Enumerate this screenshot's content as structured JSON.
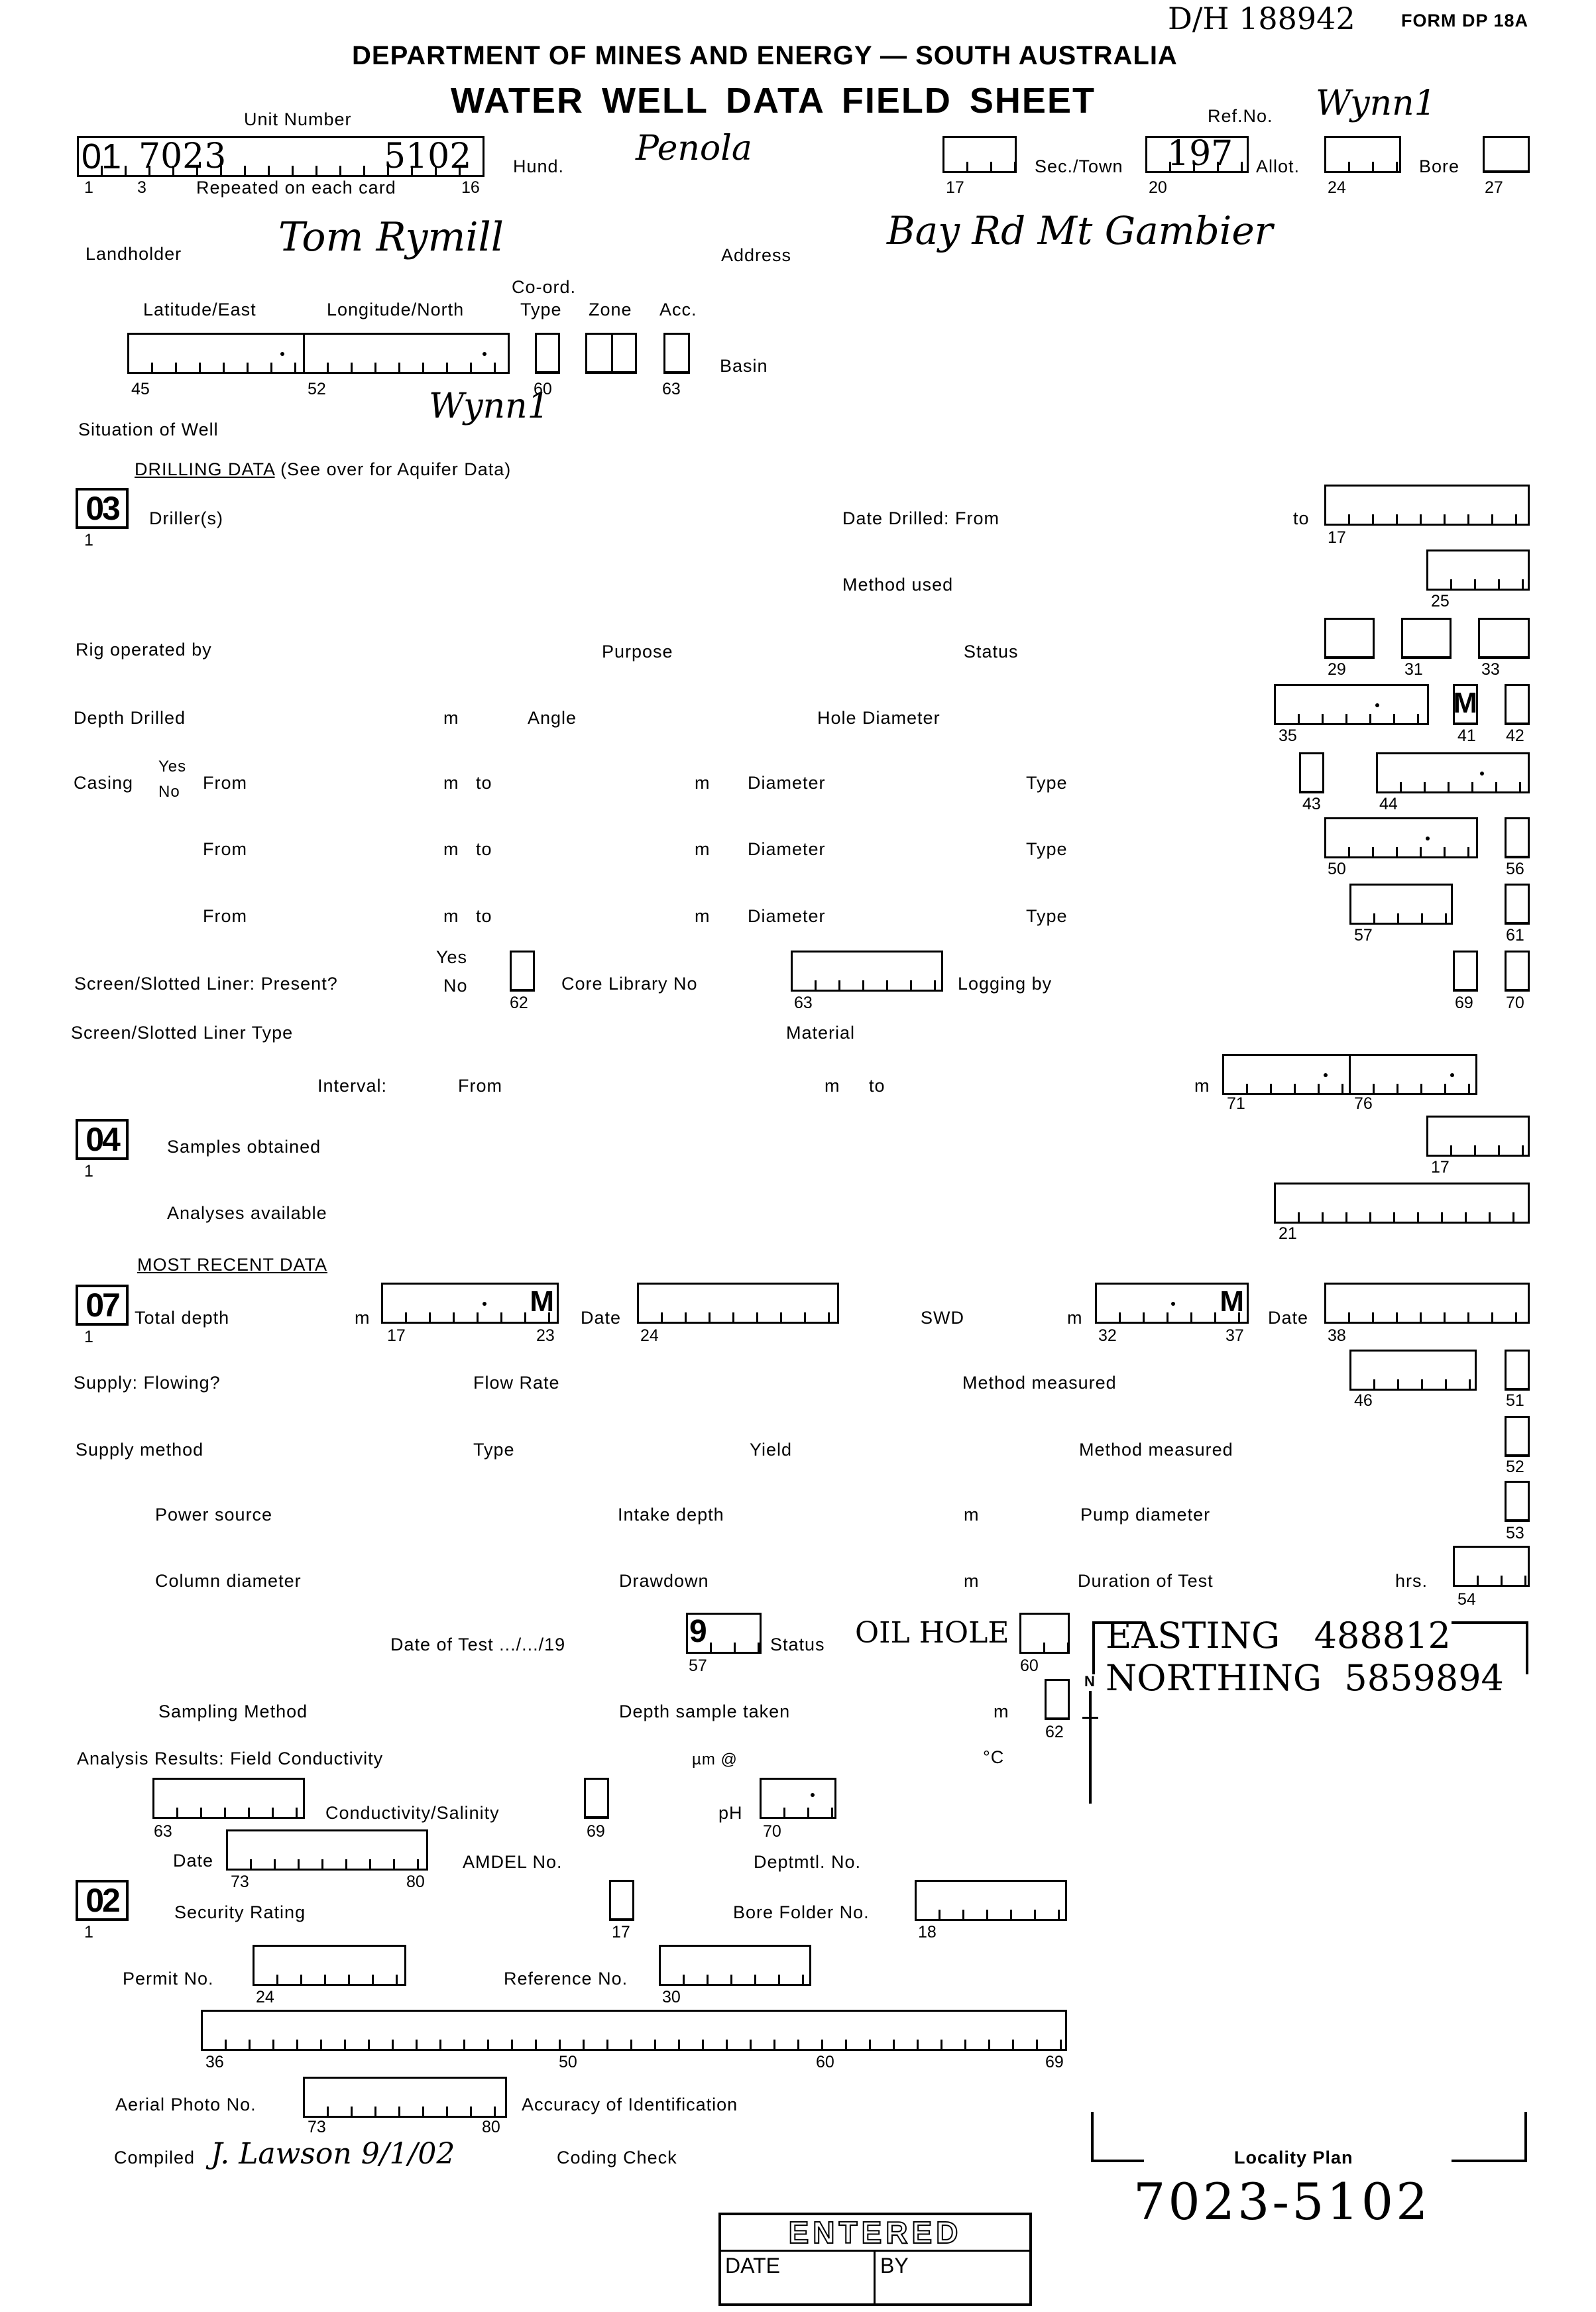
{
  "header": {
    "dh_number": "D/H 188942",
    "form_code": "FORM DP 18A",
    "department": "DEPARTMENT OF MINES AND ENERGY — SOUTH AUSTRALIA",
    "title": "WATER WELL DATA FIELD SHEET",
    "ref_label": "Ref.No.",
    "ref_value": "Wynn1"
  },
  "unit": {
    "label": "Unit Number",
    "code": "01",
    "part1": "7023",
    "part2": "5102",
    "n1": "1",
    "n3": "3",
    "repeated": "Repeated on each card",
    "n16": "16"
  },
  "location": {
    "hund_label": "Hund.",
    "hund_value": "Penola",
    "n17": "17",
    "sec_label": "Sec./Town",
    "sec_value": "197",
    "n20": "20",
    "allot_label": "Allot.",
    "n24": "24",
    "bore_label": "Bore",
    "n27": "27"
  },
  "owner": {
    "landholder_label": "Landholder",
    "landholder_value": "Tom Rymill",
    "address_label": "Address",
    "address_value": "Bay Rd  Mt Gambier"
  },
  "coords": {
    "coord_label": "Co-ord.",
    "lat": "Latitude/East",
    "long": "Longitude/North",
    "type": "Type",
    "zone": "Zone",
    "acc": "Acc.",
    "basin": "Basin",
    "n45": "45",
    "n52": "52",
    "n60": "60",
    "n63": "63",
    "situation_label": "Situation of Well",
    "situation_value": "Wynn1"
  },
  "drilling": {
    "heading": "DRILLING DATA",
    "heading_note": "(See over for Aquifer Data)",
    "code": "03",
    "n1": "1",
    "drillers": "Driller(s)",
    "date_from": "Date Drilled: From",
    "to": "to",
    "n17": "17",
    "method": "Method used",
    "n25": "25",
    "rig": "Rig operated by",
    "purpose": "Purpose",
    "status": "Status",
    "n29": "29",
    "n31": "31",
    "n33": "33",
    "depth": "Depth Drilled",
    "m": "m",
    "angle": "Angle",
    "hole_diam": "Hole Diameter",
    "M": "M",
    "n35": "35",
    "n41": "41",
    "n42": "42",
    "casing": "Casing",
    "yes": "Yes",
    "no": "No",
    "from": "From",
    "diameter": "Diameter",
    "type": "Type",
    "n43": "43",
    "n44": "44",
    "n50": "50",
    "n56": "56",
    "n57": "57",
    "n61": "61",
    "screen_present": "Screen/Slotted Liner: Present?",
    "n62": "62",
    "core": "Core Library No",
    "n63": "63",
    "logging": "Logging by",
    "n69": "69",
    "n70": "70",
    "screen_type": "Screen/Slotted Liner Type",
    "material": "Material",
    "interval": "Interval:",
    "n71": "71",
    "n76": "76"
  },
  "samples": {
    "code": "04",
    "n1": "1",
    "obtained": "Samples obtained",
    "n17": "17",
    "analyses": "Analyses available",
    "n21": "21"
  },
  "recent": {
    "heading": "MOST RECENT DATA",
    "code": "07",
    "n1": "1",
    "total_depth": "Total depth",
    "m": "m",
    "M": "M",
    "n17": "17",
    "n23": "23",
    "date": "Date",
    "n24": "24",
    "swd": "SWD",
    "n32": "32",
    "n37": "37",
    "n38": "38",
    "flowing": "Supply: Flowing?",
    "flow_rate": "Flow Rate",
    "method_measured": "Method measured",
    "n46": "46",
    "n51": "51",
    "supply_method": "Supply method",
    "type": "Type",
    "yield": "Yield",
    "n52": "52",
    "power": "Power source",
    "intake": "Intake depth",
    "pump": "Pump diameter",
    "n53": "53",
    "column": "Column diameter",
    "drawdown": "Drawdown",
    "duration": "Duration of Test",
    "hrs": "hrs.",
    "n54": "54",
    "date_test": "Date of Test .../.../19",
    "year_digit": "9",
    "n57": "57",
    "status_label": "Status",
    "status_value": "OIL HOLE",
    "n60": "60",
    "sampling": "Sampling Method",
    "depth_sample": "Depth sample taken",
    "n62": "62"
  },
  "analysis": {
    "label": "Analysis Results:  Field Conductivity",
    "um": "µm @",
    "degc": "°C",
    "n63": "63",
    "cond_sal": "Conductivity/Salinity",
    "n69": "69",
    "ph": "pH",
    "n70": "70",
    "date": "Date",
    "n73": "73",
    "n80": "80",
    "amdel": "AMDEL No.",
    "deptmtl": "Deptmtl. No."
  },
  "admin": {
    "code": "02",
    "n1": "1",
    "security": "Security Rating",
    "n17": "17",
    "bore_folder": "Bore Folder No.",
    "n18": "18",
    "permit": "Permit No.",
    "n24": "24",
    "reference": "Reference No.",
    "n30": "30",
    "n36": "36",
    "n50": "50",
    "n60": "60",
    "n69": "69",
    "aerial": "Aerial Photo No.",
    "n73": "73",
    "n80": "80",
    "accuracy": "Accuracy of Identification",
    "compiled_label": "Compiled",
    "compiled_value": "J. Lawson 9/1/02",
    "coding": "Coding Check"
  },
  "locality": {
    "easting_label": "EASTING",
    "easting_value": "488812",
    "northing_label": "NORTHING",
    "northing_value": "5859894",
    "north": "N",
    "label": "Locality Plan",
    "unit_handwritten": "7023-5102"
  },
  "stamp": {
    "title": "ENTERED",
    "date": "DATE",
    "by": "BY"
  }
}
